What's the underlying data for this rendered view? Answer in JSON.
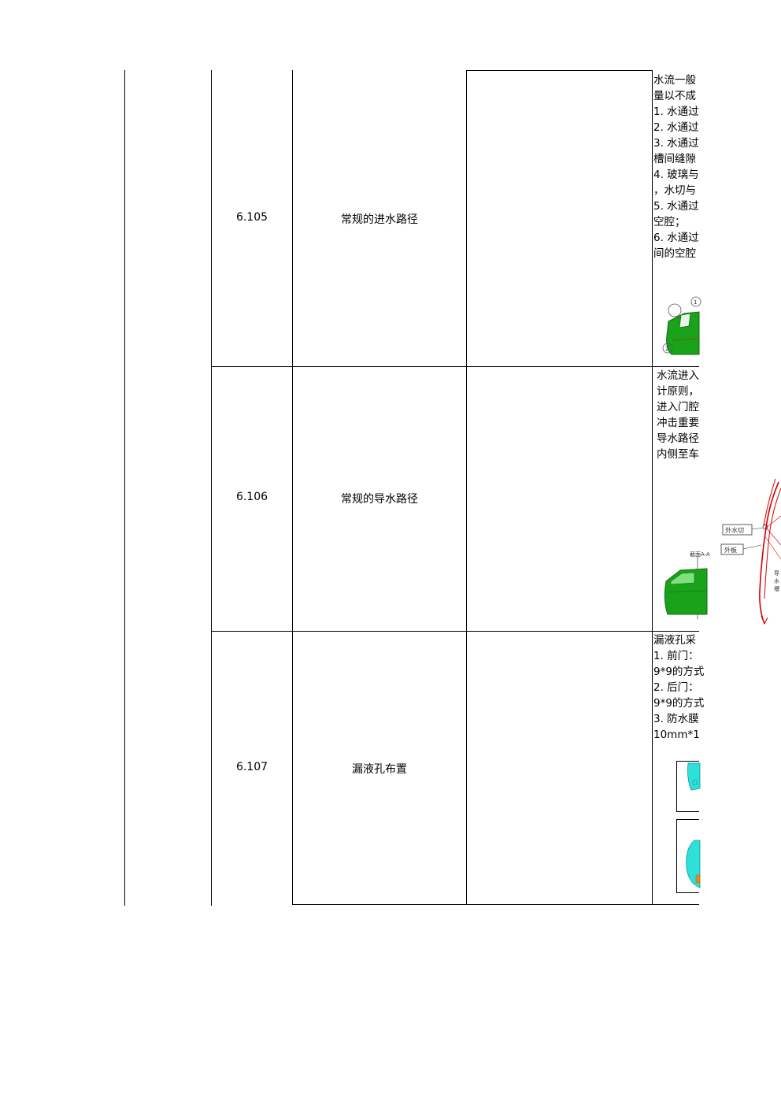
{
  "rows": [
    {
      "id": "6.105",
      "title": "常规的进水路径",
      "desc": [
        "水流一般",
        "量以不成",
        "1. 水通过",
        "2. 水通过",
        "3. 水通过",
        "槽间缝隙",
        "4. 玻璃与",
        "，水切与",
        "5. 水通过",
        "空腔；",
        "6. 水通过",
        "间的空腔"
      ],
      "figure_labels": [
        "1",
        "2"
      ]
    },
    {
      "id": "6.106",
      "title": "常规的导水路径",
      "desc": [
        "水流进入",
        "计原则，",
        "进入门腔",
        "冲击重要",
        "导水路径",
        "内侧至车"
      ],
      "figure_labels": [
        "截面A-A"
      ],
      "section_labels": [
        "外水切",
        "外板",
        "导水槽"
      ]
    },
    {
      "id": "6.107",
      "title": "漏液孔布置",
      "desc": [
        "漏液孔采",
        "1. 前门：",
        "9*9的方式",
        "2. 后门：",
        "9*9的方式",
        "3. 防水膜",
        "10mm*1"
      ]
    }
  ],
  "colors": {
    "car_green": "#1aa31a",
    "car_dark": "#0b6e0b",
    "cyan": "#2ee0d8",
    "red_path": "#d80000"
  }
}
